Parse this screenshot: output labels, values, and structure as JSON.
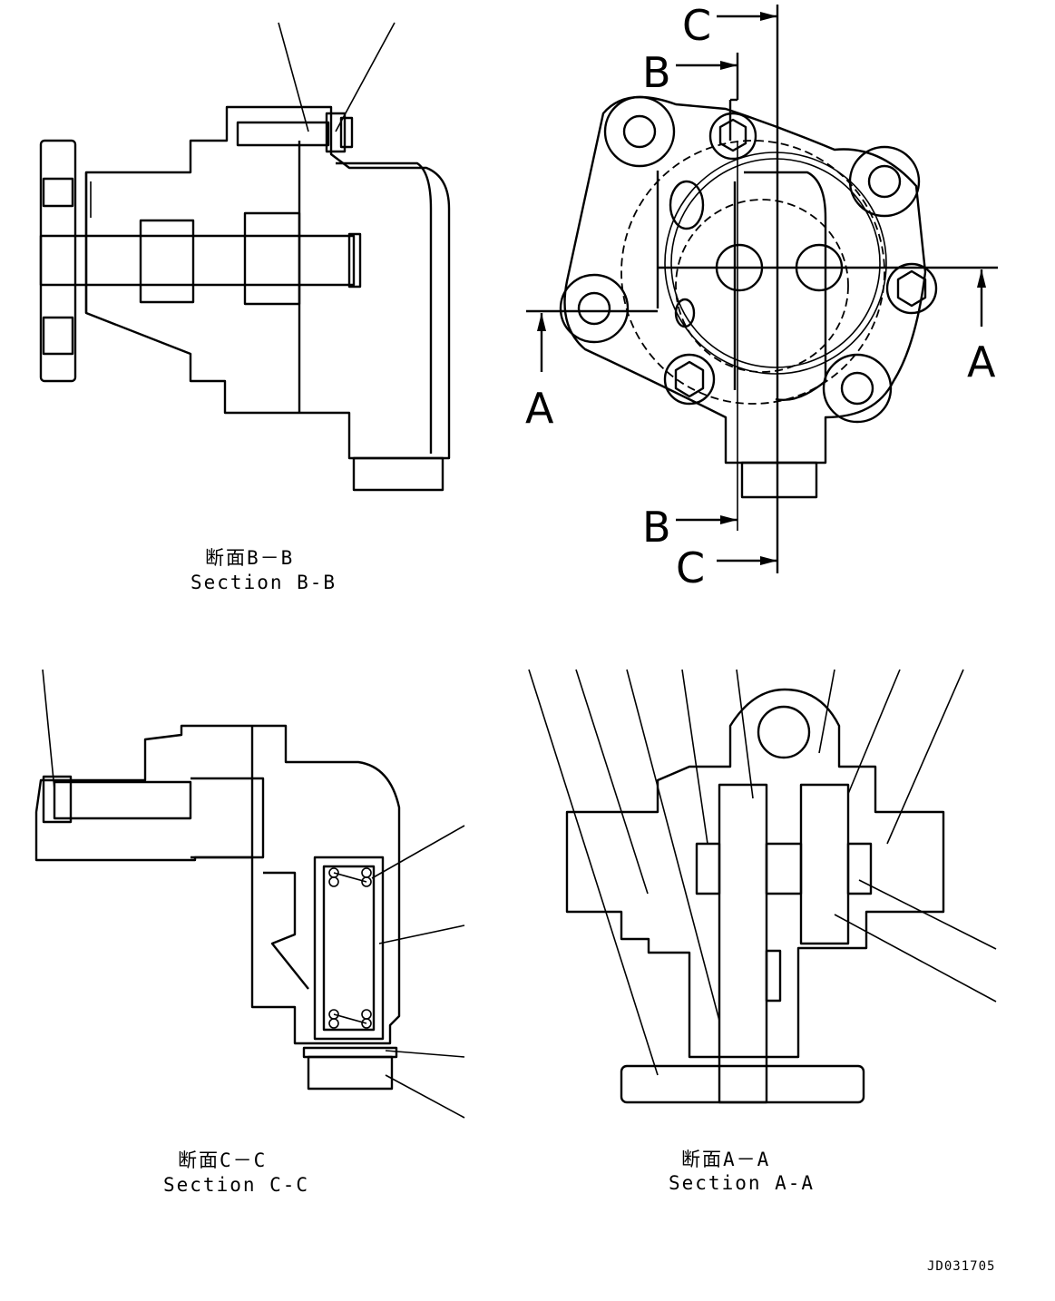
{
  "captions": {
    "section_bb_jp": "断面B－B",
    "section_bb_en": "Section B-B",
    "section_cc_jp": "断面C－C",
    "section_cc_en": "Section C-C",
    "section_aa_jp": "断面A－A",
    "section_aa_en": "Section A-A"
  },
  "cut_markers": {
    "a_left": "A",
    "a_right": "A",
    "b_top": "B",
    "b_bottom": "B",
    "c_top": "C",
    "c_bottom": "C"
  },
  "document_id": "JD031705"
}
